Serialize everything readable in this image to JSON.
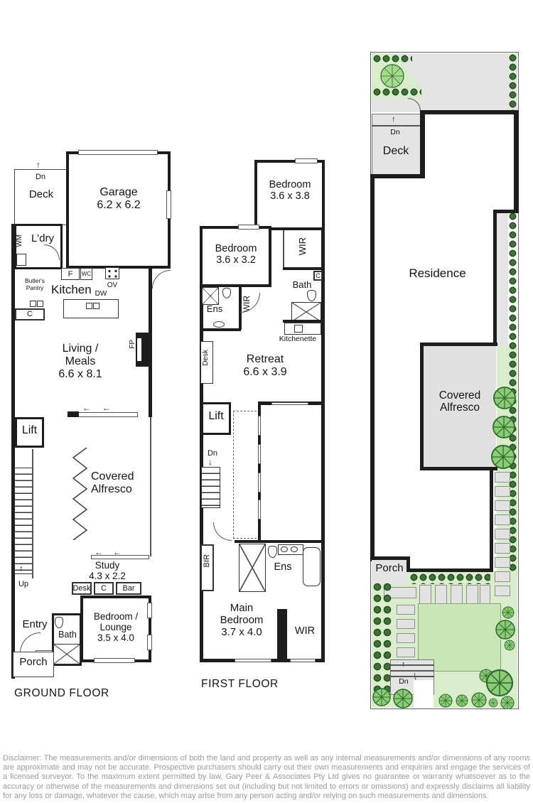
{
  "gf": {
    "caption": "GROUND FLOOR",
    "deck": "Deck",
    "deck_dn": "Dn",
    "garage": "Garage\n6.2 x 6.2",
    "laundry": "L'dry",
    "wm": "WM",
    "butlers_pantry": "Butler's\nPantry",
    "cupboard1": "C",
    "kitchen": "Kitchen",
    "fridge": "F",
    "wc": "WC",
    "oven": "OV",
    "dishwasher": "DW",
    "living": "Living /\nMeals\n6.6 x 8.1",
    "fireplace": "FP",
    "lift": "Lift",
    "alfresco": "Covered\nAlfresco",
    "study": "Study\n4.3 x 2.2",
    "desk": "Desk",
    "cupboard2": "C",
    "bar": "Bar",
    "bedroom_lounge": "Bedroom /\nLounge\n3.5 x 4.0",
    "bath": "Bath",
    "entry": "Entry",
    "porch": "Porch",
    "up": "Up"
  },
  "ff": {
    "caption": "FIRST FLOOR",
    "bedroom1": "Bedroom\n3.6 x 3.8",
    "bedroom2": "Bedroom\n3.6 x 3.2",
    "wir_top": "WIR",
    "bath": "Bath",
    "cupboard": "C",
    "ens_top": "Ens",
    "wir_mid": "WIR",
    "kitchenette": "Kitchenette",
    "desk": "Desk",
    "retreat": "Retreat\n6.6 x 3.9",
    "lift": "Lift",
    "dn": "Dn",
    "bir": "BIR",
    "ens_main": "Ens",
    "main_bedroom": "Main\nBedroom\n3.7 x 4.0",
    "wir_bottom": "WIR"
  },
  "sp": {
    "deck": "Deck",
    "deck_dn": "Dn",
    "residence": "Residence",
    "alfresco": "Covered\nAlfresco",
    "porch": "Porch",
    "garden_dn": "Dn"
  },
  "icons": {
    "arrow_left": "←",
    "arrow_up": "↑",
    "arrow_down": "↓"
  },
  "colors": {
    "wall": "#1d1d1d",
    "paved": "#e4e4e4",
    "garden": "#d9edcc",
    "lawn": "#c8e6b6",
    "shrub": "#3f7239",
    "tree": "#8ccb77"
  },
  "disclaimer": "Disclaimer: The measurements and/or dimensions of both the land and property as well as any internal measurements and/or dimensions of any rooms are approximate and may not be accurate. Prospective purchasers should carry out their own measurements and enquiries and engage the services of a licensed surveyor. To the maximum extent permitted by law, Gary Peer & Associates Pty Ltd gives no guarantee or warranty whatsoever as to the accuracy or otherwise of the measurements and dimensions set out (including but not limited to errors or omissions) and expressly disclaims all liability for any loss or damage, whatever the cause, which may arise from any person acting and/or relying on such measurements and dimensions."
}
